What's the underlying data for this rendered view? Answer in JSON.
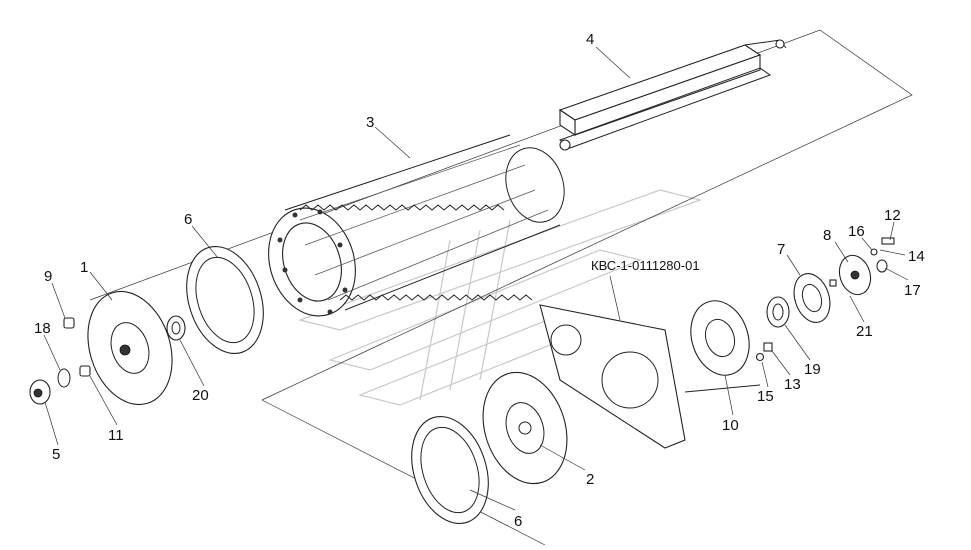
{
  "drawing_code": "КВС-1-0111280-01",
  "part_labels": [
    "1",
    "2",
    "3",
    "4",
    "5",
    "6",
    "6",
    "7",
    "8",
    "9",
    "10",
    "11",
    "12",
    "13",
    "14",
    "15",
    "16",
    "17",
    "18",
    "19",
    "20",
    "21"
  ],
  "colors": {
    "line": "#222222",
    "background": "#ffffff",
    "watermark": "#c8c8c8"
  }
}
